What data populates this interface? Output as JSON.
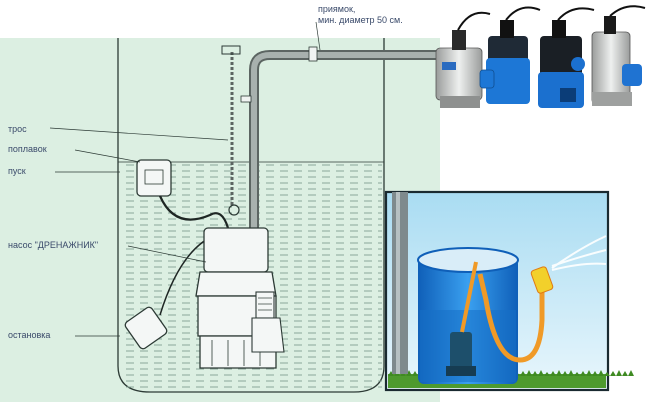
{
  "labels": {
    "sump": "приямок,",
    "sump_diameter": "мин. диаметр 50 см.",
    "cable": "трос",
    "float": "поплавок",
    "start": "пуск",
    "pump": "насос \"ДРЕНАЖНИК\"",
    "stop": "остановка"
  },
  "colors": {
    "background": "#dcefe2",
    "water_hatch": "#8aa79a",
    "outline": "#2c3a35",
    "pipe_gray": "#8c9592",
    "inset_sky": "#bfe3f3",
    "inset_water": "#1f86d8",
    "inset_hose": "#f09a27",
    "pump_blue": "#1a6fd0",
    "pump_silver": "#c7c9c8"
  },
  "product_photo": {
    "pumps": [
      "silver-pump",
      "blue-pump",
      "blue-black-pump",
      "silver-blue-pump"
    ]
  }
}
